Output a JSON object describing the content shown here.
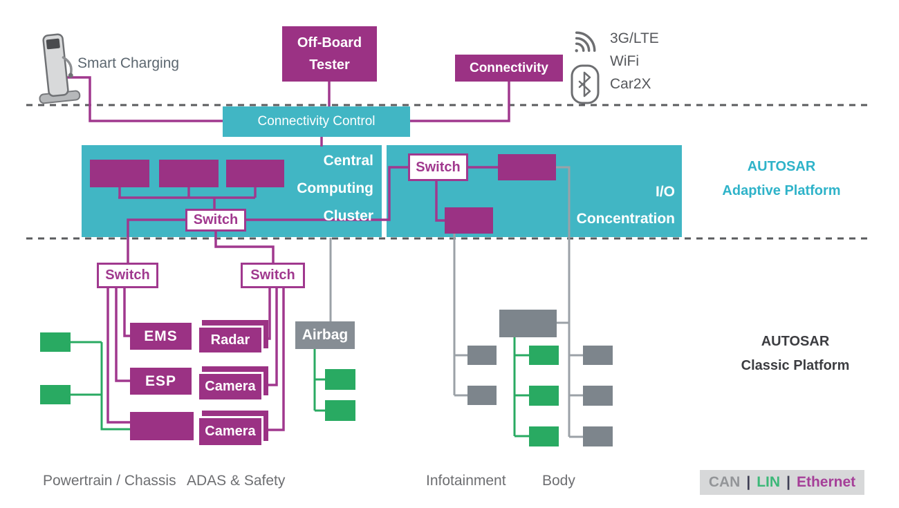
{
  "palette": {
    "magenta_fill": "#9b3284",
    "magenta_line": "#a0388e",
    "teal_fill": "#41b6c4",
    "teal_text": "#2fb3c9",
    "green": "#29aa62",
    "gray_box": "#7d858c",
    "gray_line": "#9ba1a7",
    "dark_text": "#3c3d41",
    "label_gray": "#6d6e71"
  },
  "top": {
    "smart_charging": "Smart Charging",
    "off_board_tester": [
      "Off-Board",
      "Tester"
    ],
    "connectivity": "Connectivity",
    "radio_labels": [
      "3G/LTE",
      "WiFi",
      "Car2X"
    ]
  },
  "adaptive": {
    "connectivity_control": "Connectivity Control",
    "central_cluster": [
      "Central",
      "Computing",
      "Cluster"
    ],
    "io_concentration": [
      "I/O",
      "Concentration"
    ],
    "switch": "Switch",
    "platform": [
      "AUTOSAR",
      "Adaptive Platform"
    ]
  },
  "classic": {
    "platform": [
      "AUTOSAR",
      "Classic Platform"
    ],
    "switch": "Switch",
    "ems": "EMS",
    "esp": "ESP",
    "radar": "Radar",
    "camera_mid": "Camera",
    "camera_bottom": "Camera",
    "airbag": "Airbag"
  },
  "domains": {
    "powertrain_chassis": "Powertrain / Chassis",
    "adas_safety": "ADAS & Safety",
    "infotainment": "Infotainment",
    "body": "Body"
  },
  "legend": {
    "separator": "|",
    "items": [
      {
        "label": "CAN",
        "color": "#939598"
      },
      {
        "label": "LIN",
        "color": "#3cb878"
      },
      {
        "label": "Ethernet",
        "color": "#a53f98"
      }
    ]
  }
}
